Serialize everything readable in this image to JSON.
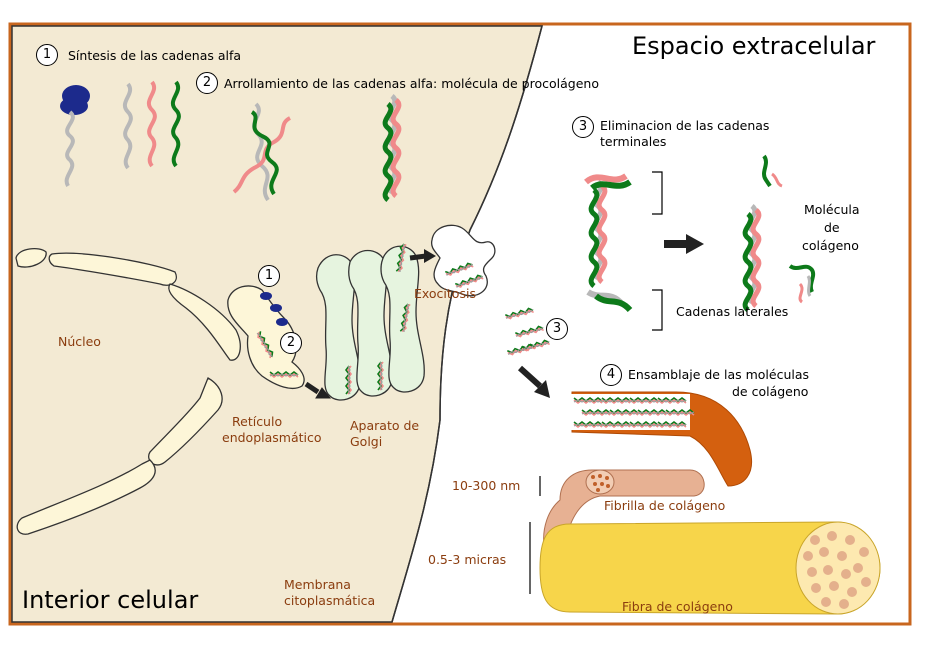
{
  "regions": {
    "extracellular": "Espacio extracelular",
    "intracellular": "Interior celular"
  },
  "steps": {
    "s1": {
      "number": "1",
      "label": "Síntesis de las cadenas alfa"
    },
    "s2": {
      "number": "2",
      "label": "Arrollamiento de las cadenas alfa: molécula de procolágeno"
    },
    "s3": {
      "number": "3",
      "label_line1": "Eliminacion de las cadenas",
      "label_line2": "terminales"
    },
    "s4": {
      "number": "4",
      "label_line1": "Ensamblaje de las moléculas",
      "label_line2": "de colágeno"
    }
  },
  "organelles": {
    "nucleus": "Núcleo",
    "er_line1": "Retículo",
    "er_line2": "endoplasmático",
    "golgi_line1": "Aparato de",
    "golgi_line2": "Golgi",
    "exocytosis": "Exocitosis",
    "membrane_line1": "Membrana",
    "membrane_line2": "citoplasmática",
    "er_marker1": "1",
    "er_marker2": "2",
    "extra_marker3": "3"
  },
  "labels": {
    "collagen_molecule_line1": "Molécula",
    "collagen_molecule_line2": "de",
    "collagen_molecule_line3": "colágeno",
    "side_chains": "Cadenas laterales",
    "fibril": "Fibrilla de colágeno",
    "fiber": "Fibra de colágeno",
    "fibril_size": "10-300 nm",
    "fiber_size": "0.5-3 micras"
  },
  "colors": {
    "frame": "#c8661e",
    "cytoplasm": "#f3ead3",
    "er": "#fdf6d8",
    "golgi": "#e6f4df",
    "chain_green": "#0d7a1a",
    "chain_pink": "#f08a8a",
    "chain_gray": "#b8b8b8",
    "ribosome": "#1c2a8c",
    "fibril_orange": "#d4600f",
    "fibril_tan": "#e7b193",
    "fiber_yellow": "#f7d54a"
  }
}
